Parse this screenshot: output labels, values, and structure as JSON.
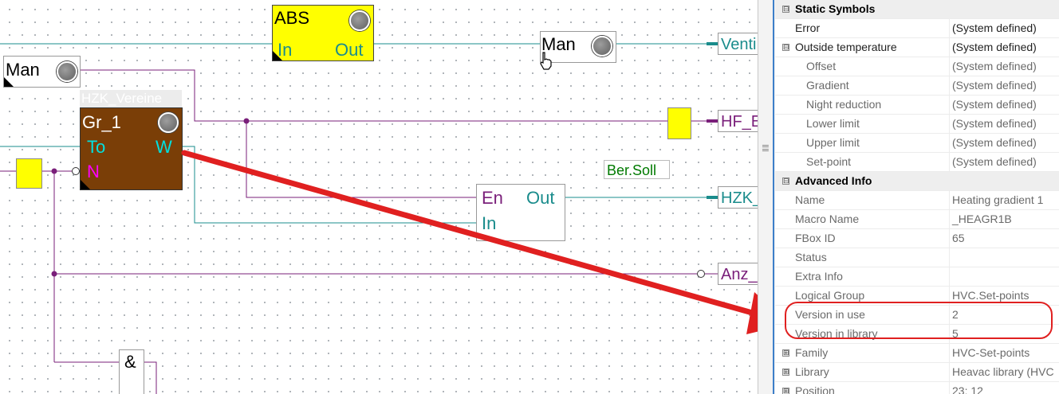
{
  "canvas": {
    "abs_block": {
      "title": "ABS",
      "in": "In",
      "out": "Out"
    },
    "man_top": {
      "label": "Man"
    },
    "man_left": {
      "label": "Man"
    },
    "hzk_block": {
      "header": "HZK_Vereine",
      "title": "Gr_1",
      "to": "To",
      "w": "W",
      "n": "N"
    },
    "en_block": {
      "en": "En",
      "out": "Out",
      "in": "In"
    },
    "ber_soll": "Ber.Soll",
    "and_gate": "&",
    "ports": [
      "Venti",
      "HF_E",
      "HZK_",
      "Anz_"
    ]
  },
  "panel": {
    "rows": [
      {
        "type": "category",
        "name": "Static Symbols",
        "expander": "⊟"
      },
      {
        "type": "prop",
        "name": "Error",
        "value": "(System defined)",
        "tone": "dark",
        "level": 1
      },
      {
        "type": "prop",
        "name": "Outside temperature",
        "value": "(System defined)",
        "tone": "dark",
        "level": 1,
        "expander": "⊟"
      },
      {
        "type": "prop",
        "name": "Offset",
        "value": "(System defined)",
        "tone": "gray",
        "level": 2
      },
      {
        "type": "prop",
        "name": "Gradient",
        "value": "(System defined)",
        "tone": "gray",
        "level": 2
      },
      {
        "type": "prop",
        "name": "Night reduction",
        "value": "(System defined)",
        "tone": "gray",
        "level": 2
      },
      {
        "type": "prop",
        "name": "Lower limit",
        "value": "(System defined)",
        "tone": "gray",
        "level": 2
      },
      {
        "type": "prop",
        "name": "Upper limit",
        "value": "(System defined)",
        "tone": "gray",
        "level": 2
      },
      {
        "type": "prop",
        "name": "Set-point",
        "value": "(System defined)",
        "tone": "gray",
        "level": 2
      },
      {
        "type": "category",
        "name": "Advanced Info",
        "expander": "⊟"
      },
      {
        "type": "prop",
        "name": "Name",
        "value": "Heating gradient 1",
        "tone": "gray",
        "level": 1
      },
      {
        "type": "prop",
        "name": "Macro Name",
        "value": "_HEAGR1B",
        "tone": "gray",
        "level": 1
      },
      {
        "type": "prop",
        "name": "FBox ID",
        "value": "65",
        "tone": "gray",
        "level": 1
      },
      {
        "type": "prop",
        "name": "Status",
        "value": "",
        "tone": "gray",
        "level": 1
      },
      {
        "type": "prop",
        "name": "Extra Info",
        "value": "",
        "tone": "gray",
        "level": 1
      },
      {
        "type": "prop",
        "name": "Logical Group",
        "value": "HVC.Set-points",
        "tone": "gray",
        "level": 1
      },
      {
        "type": "prop",
        "name": "Version in use",
        "value": "2",
        "tone": "gray",
        "level": 1
      },
      {
        "type": "prop",
        "name": "Version in library",
        "value": "5",
        "tone": "gray",
        "level": 1
      },
      {
        "type": "prop",
        "name": "Family",
        "value": "HVC-Set-points",
        "tone": "gray",
        "level": 1,
        "expander": "⊞"
      },
      {
        "type": "prop",
        "name": "Library",
        "value": "Heavac library (HVC",
        "tone": "gray",
        "level": 1,
        "expander": "⊞"
      },
      {
        "type": "prop",
        "name": "Position",
        "value": "23; 12",
        "tone": "gray",
        "level": 1,
        "expander": "⊞"
      }
    ]
  },
  "colors": {
    "wire_teal": "#1a8c8c",
    "wire_purple": "#7a1f7a",
    "block_yellow": "#ffff00",
    "block_brown": "#7a3e07",
    "annotation_red": "#e02020",
    "port_cyan": "#00e0e0",
    "port_magenta": "#ff00ff",
    "ber_soll_green": "#007a00"
  },
  "icons": [
    "led-indicator-icon",
    "hand-cursor-icon",
    "expand-minus-icon",
    "expand-plus-icon",
    "splitter-grip-icon"
  ]
}
